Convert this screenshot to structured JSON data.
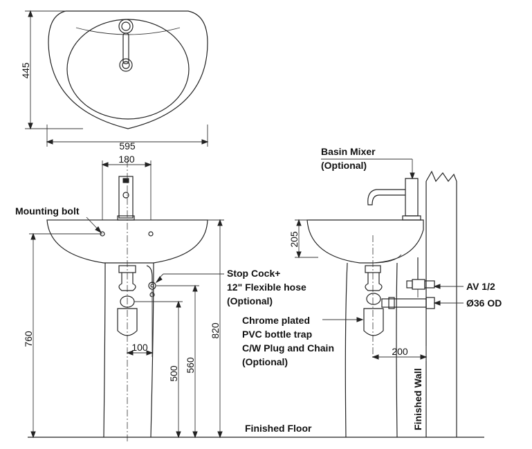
{
  "colors": {
    "line": "#222222",
    "background": "#ffffff"
  },
  "dimensions": {
    "width_top": "595",
    "depth_top": "445",
    "tap_spacing": "180",
    "height_760": "760",
    "height_820": "820",
    "trap_offset": "100",
    "height_500": "500",
    "height_560": "560",
    "basin_depth": "205",
    "wall_offset": "200"
  },
  "labels": {
    "mounting_bolt": "Mounting bolt",
    "stop_cock": [
      "Stop Cock+",
      "12\" Flexible hose",
      "(Optional)"
    ],
    "chrome_trap": [
      "Chrome plated",
      "PVC bottle trap",
      "C/W Plug and Chain",
      "(Optional)"
    ],
    "basin_mixer": [
      "Basin Mixer",
      "(Optional)"
    ],
    "av": "AV 1/2",
    "od": "Ø36 OD",
    "finished_wall": "Finished Wall",
    "finished_floor": "Finished Floor"
  }
}
